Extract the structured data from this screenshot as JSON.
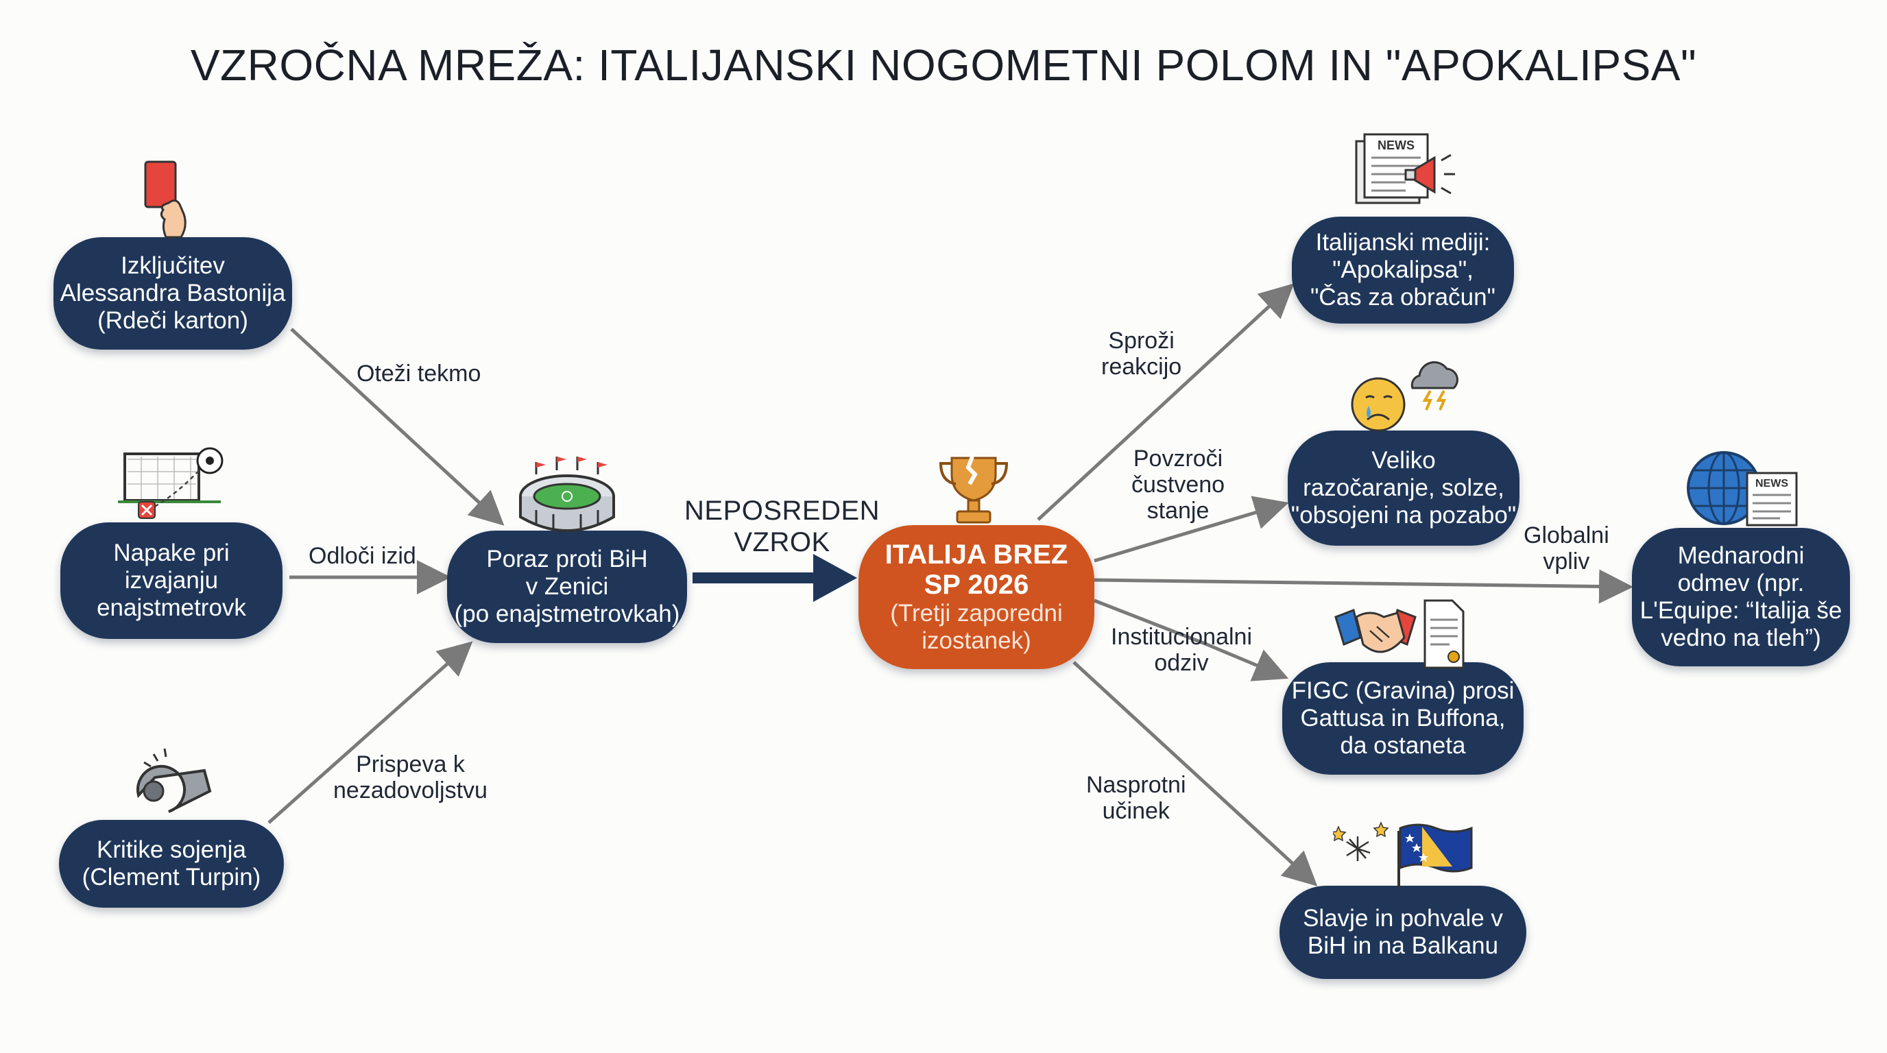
{
  "title": "VZROČNA MREŽA: ITALIJANSKI NOGOMETNI POLOM IN \"APOKALIPSA\"",
  "nodes": {
    "bastoni": [
      "Izključitev",
      "Alessandra Bastonija",
      "(Rdeči karton)"
    ],
    "penalties": [
      "Napake pri",
      "izvajanju",
      "enajstmetrovk"
    ],
    "referee": [
      "Kritike sojenja",
      "(Clement Turpin)"
    ],
    "defeat": [
      "Poraz proti BiH",
      "v Zenici",
      "(po enajstmetrovkah)"
    ],
    "central": [
      "ITALIJA BREZ",
      "SP 2026",
      "(Tretji zaporedni",
      "izostanek)"
    ],
    "media": [
      "Italijanski mediji:",
      "\"Apokalipsa\",",
      "\"Čas za obračun\""
    ],
    "disappointment": [
      "Veliko",
      "razočaranje, solze,",
      "\"obsojeni na pozabo\""
    ],
    "international": [
      "Mednarodni",
      "odmev (npr.",
      "L'Equipe: “Italija še",
      "vedno na tleh”)"
    ],
    "figc": [
      "FIGC (Gravina) prosi",
      "Gattusa in Buffona,",
      "da ostaneta"
    ],
    "celebration": [
      "Slavje in pohvale v",
      "BiH in na Balkanu"
    ]
  },
  "edges": {
    "bastoni_defeat": "Oteži tekmo",
    "penalties_defeat": "Odloči izid",
    "referee_defeat": [
      "Prispeva k",
      "nezadovoljstvu"
    ],
    "defeat_central": [
      "NEPOSREDEN",
      "VZROK"
    ],
    "central_media": [
      "Sproži",
      "reakcijo"
    ],
    "central_disappointment": [
      "Povzroči",
      "čustveno",
      "stanje"
    ],
    "central_international": [
      "Globalni",
      "vpliv"
    ],
    "central_figc": [
      "Institucionalni",
      "odziv"
    ],
    "central_celebration": [
      "Nasprotni",
      "učinek"
    ]
  },
  "icons": {
    "bastoni": "red-card-icon",
    "penalties": "goal-missed-penalty-icon",
    "referee": "whistle-icon",
    "defeat": "stadium-icon",
    "central": "broken-trophy-icon",
    "media": "news-megaphone-icon",
    "disappointment": "crying-face-storm-icon",
    "international": "globe-news-icon",
    "figc": "handshake-contract-icon",
    "celebration": "fireworks-bih-flag-icon",
    "news_text": "NEWS"
  },
  "colors": {
    "node": "#1f3659",
    "central": "#d0541f",
    "arrow": "#7a7a7a",
    "main_arrow": "#1f3659"
  }
}
